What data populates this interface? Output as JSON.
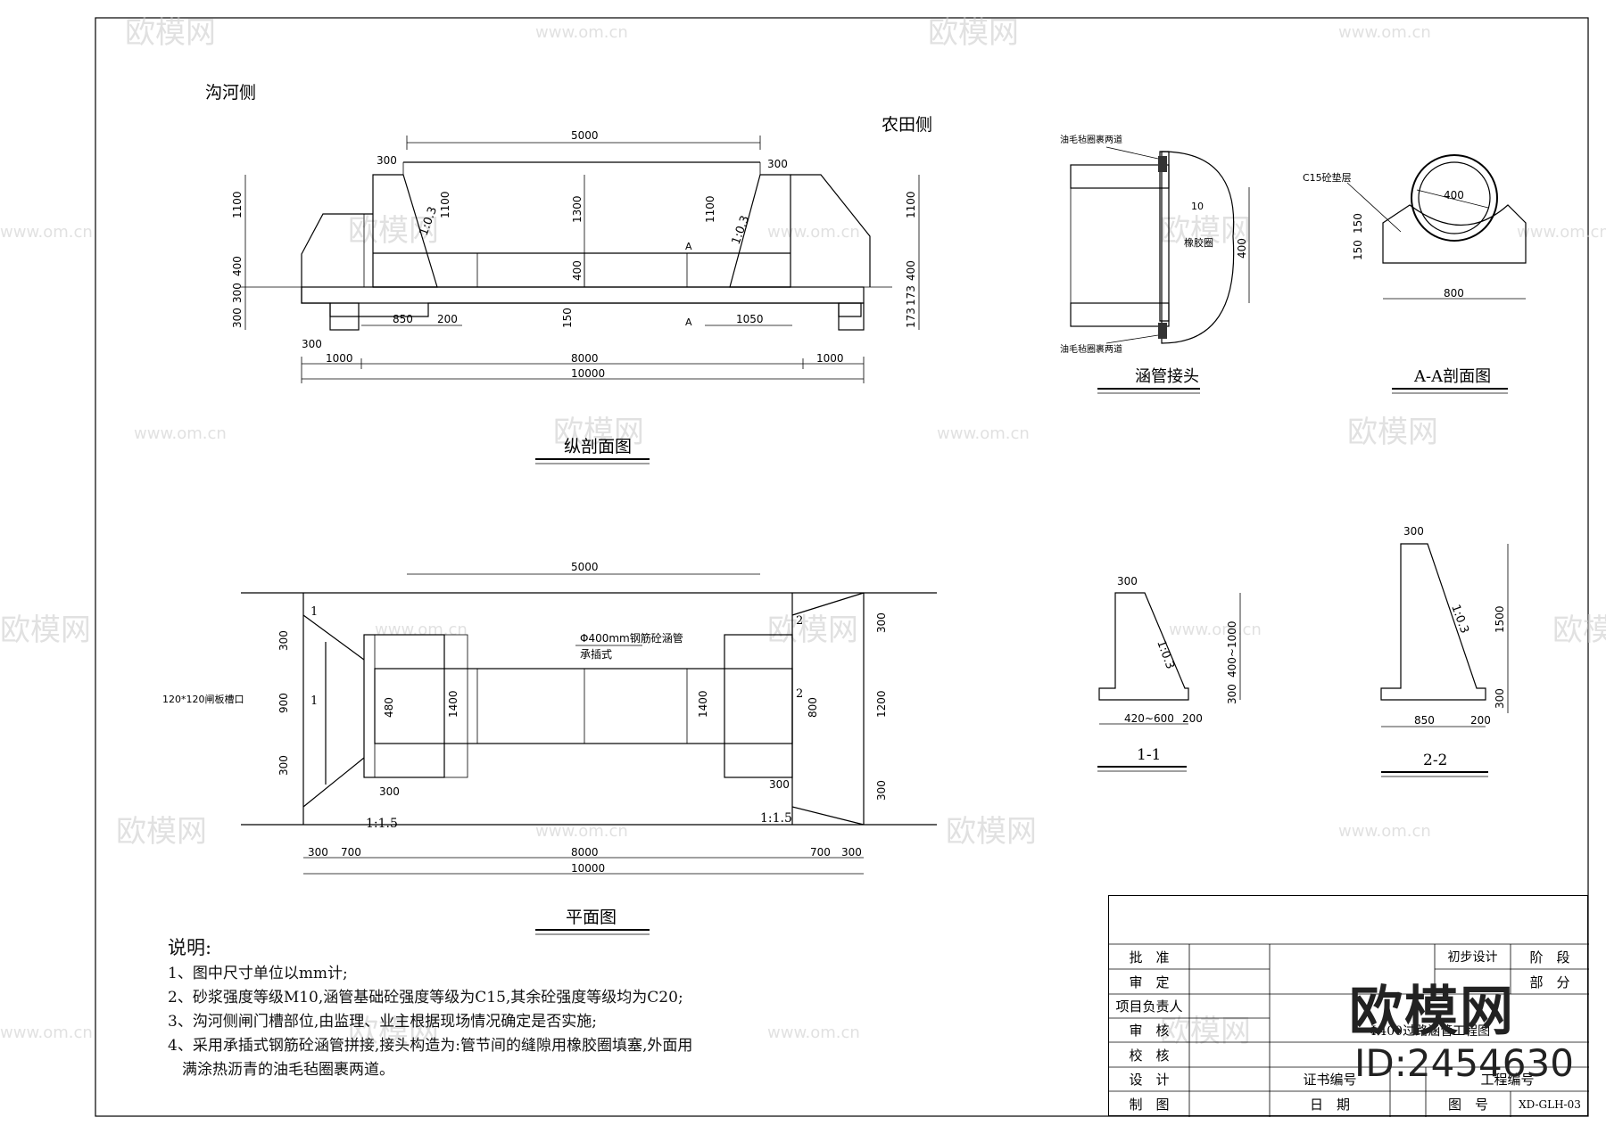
{
  "labels": {
    "river_side": "沟河侧",
    "field_side": "农田侧",
    "profile_title": "纵剖面图",
    "plan_title": "平面图",
    "joint_title": "涵管接头",
    "aa_title": "A-A剖面图",
    "s11_title": "1-1",
    "s22_title": "2-2"
  },
  "profile_dims": {
    "top": "5000",
    "left_top": "300",
    "right_top": "300",
    "h1100_l": "1100",
    "h400_l": "400",
    "h300_l": "300",
    "h300b_l": "300",
    "slope_l": "1:0.3",
    "h1100_m": "1100",
    "h1300": "1300",
    "h400_m": "400",
    "h1100_r": "1100",
    "slope_r": "1:0.3",
    "h1100_rr": "1100",
    "h400_rr": "400",
    "h173a": "173",
    "h173b": "173",
    "d150": "150",
    "d850": "850",
    "d200": "200",
    "d1050": "1050",
    "d300b": "300",
    "d1000l": "1000",
    "d8000": "8000",
    "d1000r": "1000",
    "d10000": "10000",
    "marker_a": "A"
  },
  "plan_dims": {
    "top": "5000",
    "pipe_label": "Φ400mm钢筋砼涵管",
    "pipe_label2": "承插式",
    "gate_label": "120*120闸板槽口",
    "d300a": "300",
    "d900": "900",
    "d300b": "300",
    "d480": "480",
    "d1400l": "1400",
    "d1400r": "1400",
    "d800": "800",
    "d1200": "1200",
    "d300r1": "300",
    "d300r2": "300",
    "d300c": "300",
    "d300d": "300",
    "slope_l": "1:1.5",
    "slope_r": "1:1.5",
    "b300l": "300",
    "b700l": "700",
    "b8000": "8000",
    "b700r": "700",
    "b300r": "300",
    "b10000": "10000",
    "sec1": "1",
    "sec1b": "1",
    "sec2": "2",
    "sec2b": "2"
  },
  "joint": {
    "felt_top": "油毛毡圈裹两道",
    "felt_bottom": "油毛毡圈裹两道",
    "rubber": "橡胶圈",
    "d10": "10",
    "d400": "400"
  },
  "aa": {
    "c15": "C15砼垫层",
    "d400": "400",
    "d150a": "150",
    "d150b": "150",
    "d800": "800"
  },
  "s11": {
    "d300": "300",
    "slope": "1:0.3",
    "h": "400~1000",
    "h300": "300",
    "b1": "420~600",
    "b2": "200"
  },
  "s22": {
    "d300": "300",
    "slope": "1:0.3",
    "h": "1500",
    "h300": "300",
    "b1": "850",
    "b2": "200"
  },
  "notes": {
    "title": "说明:",
    "items": [
      "1、图中尺寸单位以mm计;",
      "2、砂浆强度等级M10,涵管基础砼强度等级为C15,其余砼强度等级均为C20;",
      "3、沟河侧闸门槽部位,由监理、业主根据现场情况确定是否实施;",
      "4、采用承插式钢筋砼涵管拼接,接头构造为:管节间的缝隙用橡胶圈填塞,外面用",
      "满涂热沥青的油毛毡圈裹两道。"
    ]
  },
  "title_block": {
    "approve": "批　准",
    "review": "审　定",
    "pm": "项目负责人",
    "check": "审　核",
    "verify": "校　核",
    "design": "设　计",
    "draw": "制　图",
    "stage_val": "初步设计",
    "stage": "阶　段",
    "part": "部　分",
    "drawing_name": "Φ400过路涵管工程图",
    "cert": "证书编号",
    "project_no": "工程编号",
    "date": "日　期",
    "dwg_no_label": "图　号",
    "dwg_no": "XD-GLH-03"
  },
  "watermark": {
    "brand": "欧模网",
    "url": "www.om.cn",
    "id": "ID:2454630"
  }
}
